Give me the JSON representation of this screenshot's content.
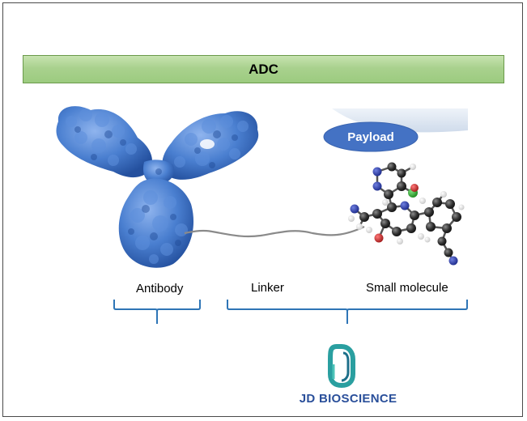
{
  "title": "ADC",
  "payload_label": "Payload",
  "labels": {
    "antibody": "Antibody",
    "linker": "Linker",
    "small_molecule": "Small molecule"
  },
  "company": {
    "name": "JD BIOSCIENCE"
  },
  "colors": {
    "title_bar": "#a9d18e",
    "payload_ellipse": "#4472c4",
    "antibody": "#3d6fc0",
    "bracket": "#2e75b6",
    "logo_teal": "#2a9fa0",
    "logo_text": "#2a4f9a"
  }
}
